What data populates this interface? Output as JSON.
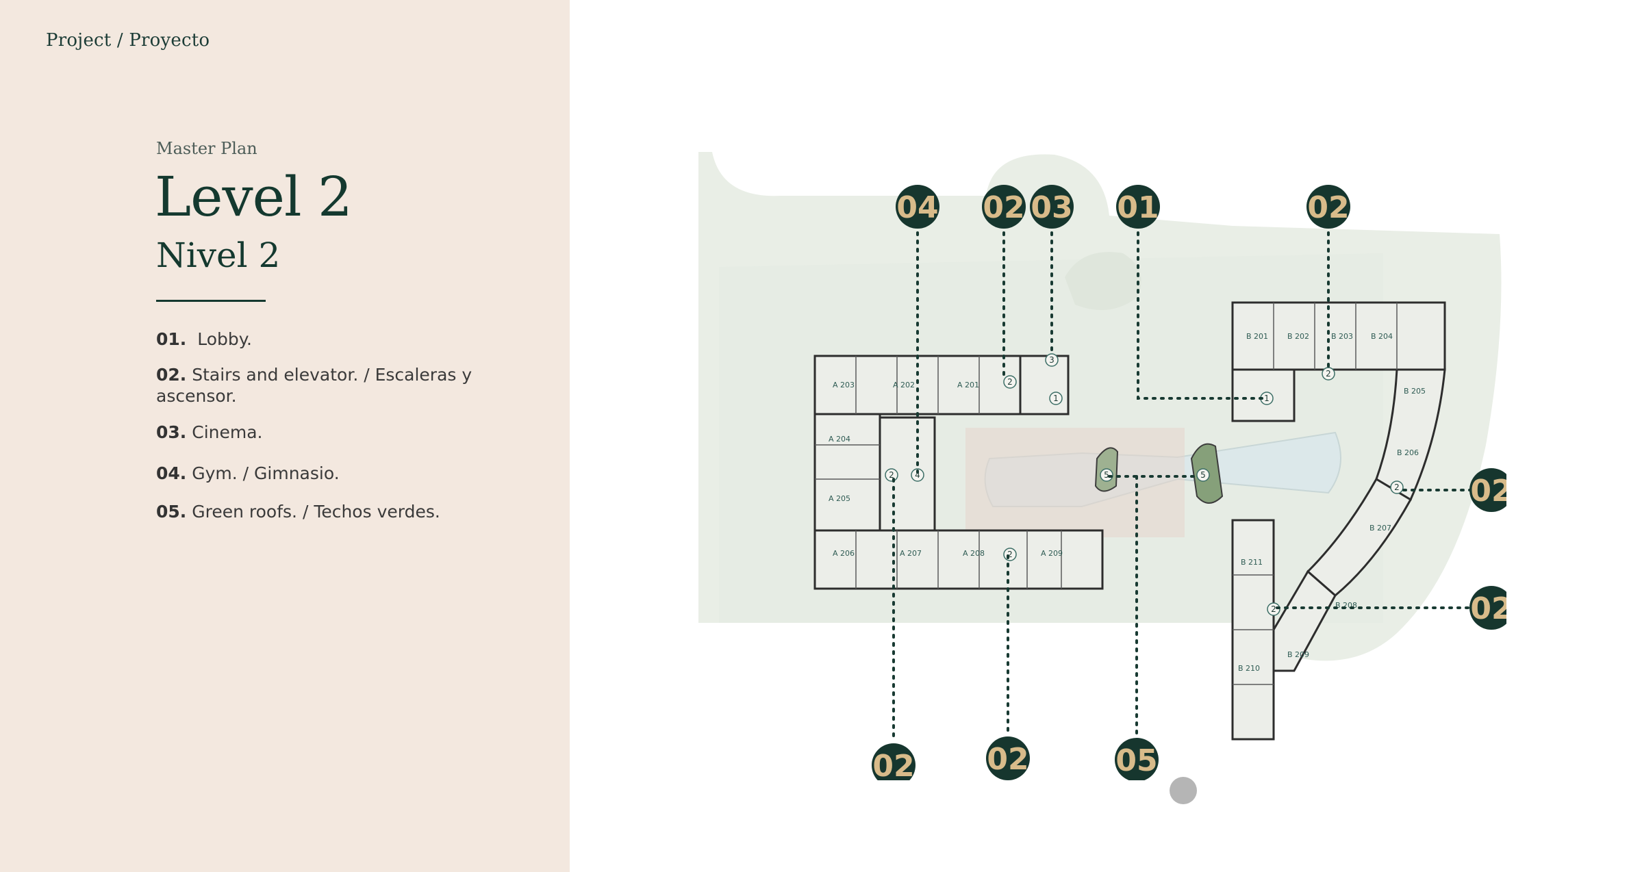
{
  "breadcrumb": "Project / Proyecto",
  "header": {
    "eyebrow": "Master Plan",
    "title": "Level 2",
    "subtitle": "Nivel 2"
  },
  "legend": [
    {
      "num": "01.",
      "text": "Lobby."
    },
    {
      "num": "02.",
      "text": "Stairs and elevator. / Escaleras y ascensor."
    },
    {
      "num": "03.",
      "text": "Cinema."
    },
    {
      "num": "04.",
      "text": "Gym. / Gimnasio."
    },
    {
      "num": "05.",
      "text": "Green roofs. / Techos verdes."
    }
  ],
  "plan": {
    "badges": [
      "04",
      "02",
      "03",
      "01",
      "02",
      "02",
      "02",
      "02",
      "02",
      "05"
    ],
    "markers": [
      "1",
      "1",
      "2",
      "2",
      "2",
      "2",
      "2",
      "2",
      "3",
      "4",
      "5",
      "5"
    ],
    "units": [
      "A 203",
      "A 202",
      "A 201",
      "A 204",
      "A 205",
      "A 206",
      "A 207",
      "A 208",
      "A 209",
      "B 201",
      "B 202",
      "B 203",
      "B 204",
      "B 205",
      "B 206",
      "B 207",
      "B 208",
      "B 209",
      "B 210",
      "B 211"
    ]
  },
  "colors": {
    "sidebar_bg": "#f3e8df",
    "badge_fill": "#16362e",
    "badge_text": "#d8bb8a",
    "heading": "#14392f"
  }
}
